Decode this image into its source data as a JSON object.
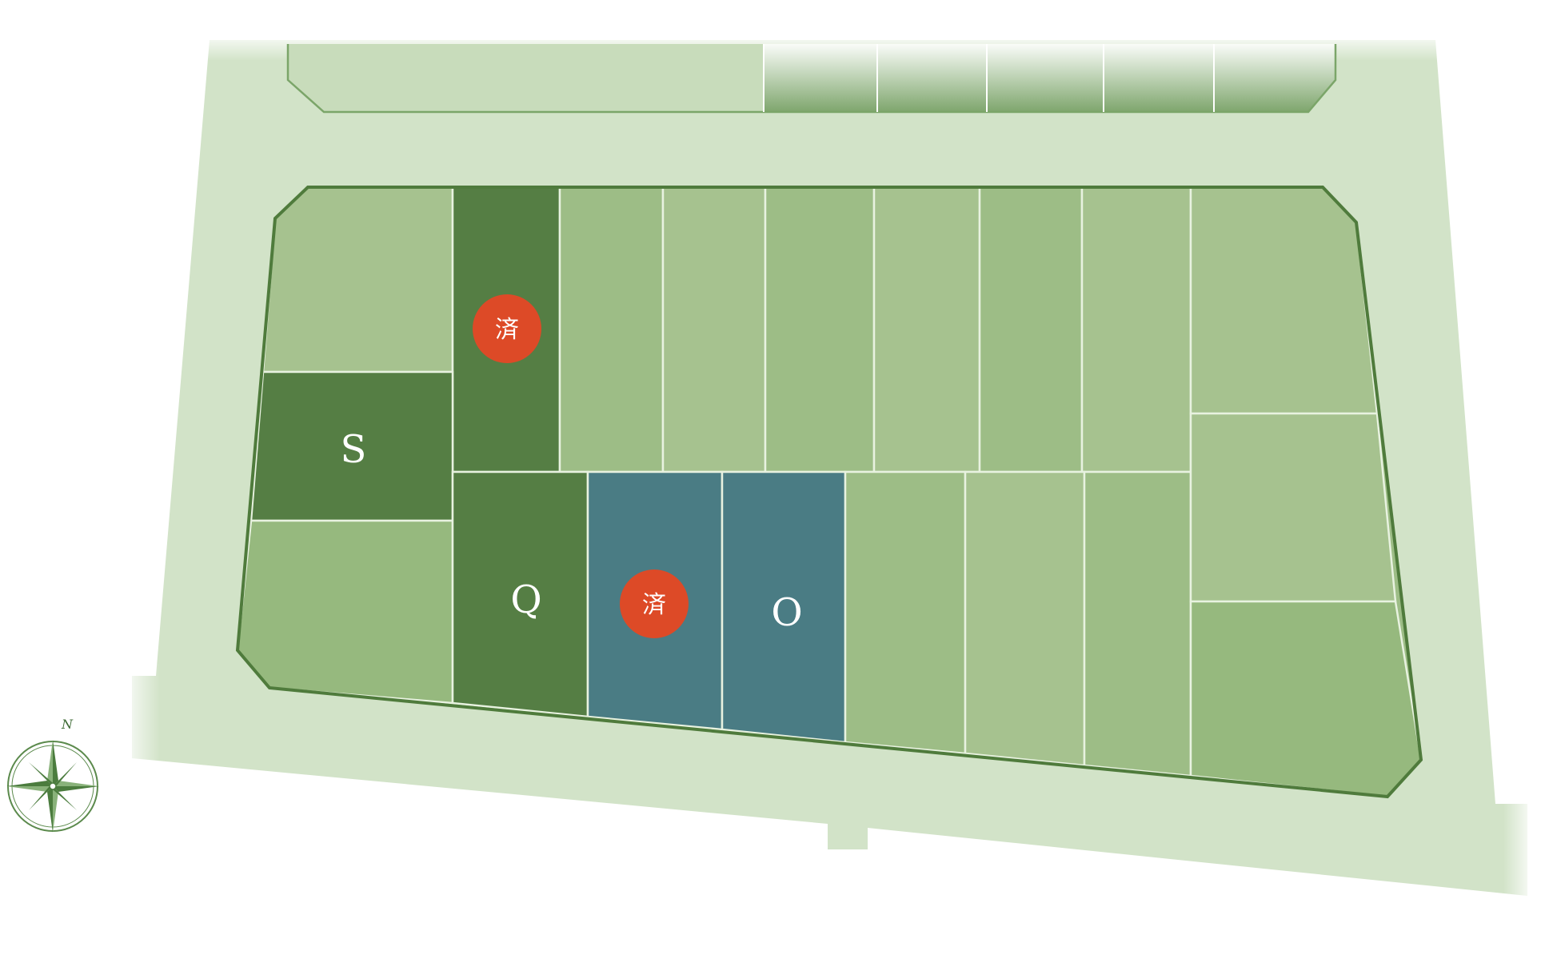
{
  "lots": [
    {
      "id": "S",
      "label": "S",
      "status": "available",
      "color": "#557e44"
    },
    {
      "id": "Q",
      "label": "Q",
      "status": "available",
      "color": "#557e44"
    },
    {
      "id": "O",
      "label": "O",
      "status": "available",
      "color": "#4a7c84"
    },
    {
      "id": "sold-upper",
      "label": "済",
      "status": "sold",
      "color": "#557e44"
    },
    {
      "id": "sold-lower",
      "label": "済",
      "status": "sold",
      "color": "#4a7c84"
    }
  ],
  "sold_marker": {
    "text": "済",
    "color": "#dd4a27"
  },
  "compass": {
    "north_label": "N"
  },
  "colors": {
    "road": "#d2e3c8",
    "lot_light": "#9dbd86",
    "lot_dark": "#557e44",
    "lot_teal": "#4a7c84",
    "boundary": "#4f7b3c",
    "sold_badge": "#dd4a27"
  }
}
